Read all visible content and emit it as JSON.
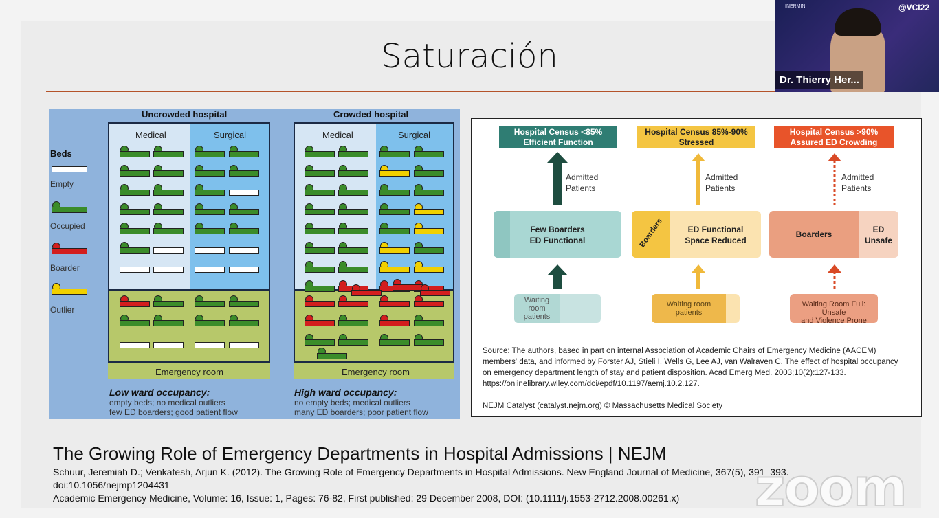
{
  "slide": {
    "title": "Saturación"
  },
  "left_figure": {
    "uncrowded_title": "Uncrowded hospital",
    "crowded_title": "Crowded hospital",
    "medical": "Medical",
    "surgical": "Surgical",
    "emergency_room": "Emergency room",
    "legend_title": "Beds",
    "legend": [
      "Empty",
      "Occupied",
      "Boarder",
      "Outlier"
    ],
    "low_caption_title": "Low ward occupancy:",
    "low_caption_1": "empty beds; no medical outliers",
    "low_caption_2": "few ED boarders; good patient flow",
    "high_caption_title": "High ward occupancy:",
    "high_caption_1": "no empty beds; medical outliers",
    "high_caption_2": "many ED boarders; poor patient flow",
    "colors": {
      "occupied": "#3b8c2a",
      "boarder": "#d31e1e",
      "outlier": "#f1d000",
      "empty": "#ffffff"
    }
  },
  "right_figure": {
    "col1_header_1": "Hospital Census <85%",
    "col1_header_2": "Efficient Function",
    "col2_header_1": "Hospital Census 85%-90%",
    "col2_header_2": "Stressed",
    "col3_header_1": "Hospital Census >90%",
    "col3_header_2": "Assured ED Crowding",
    "admitted_1": "Admitted",
    "admitted_2": "Patients",
    "box1_1": "Few Boarders",
    "box1_2": "ED Functional",
    "box2_side": "Boarders",
    "box2_1": "ED Functional",
    "box2_2": "Space Reduced",
    "box3_left": "Boarders",
    "box3_right_1": "ED",
    "box3_right_2": "Unsafe",
    "wait1_1": "Waiting",
    "wait1_2": "room",
    "wait1_3": "patients",
    "wait2_1": "Waiting room",
    "wait2_2": "patients",
    "wait3_1": "Waiting Room Full: Unsafe",
    "wait3_2": "and Violence Prone",
    "source_1": "Source: The authors, based in part on internal Association of Academic Chairs of Emergency Medicine (AACEM)",
    "source_2": "members' data, and informed by Forster AJ, Stieli I, Wells G, Lee AJ, van Walraven C. The effect of hospital occupancy",
    "source_3": "on emergency department length of stay and patient disposition. Acad Emerg Med. 2003;10(2):127-133.",
    "source_4": "https://onlinelibrary.wiley.com/doi/epdf/10.1197/aemj.10.2.127.",
    "credit": "NEJM Catalyst (catalyst.nejm.org) © Massachusetts Medical Society",
    "colors": {
      "teal": "#2f7d73",
      "gold": "#f4c542",
      "red": "#e8542a"
    }
  },
  "references": {
    "title": "The Growing Role of Emergency Departments in Hospital Admissions | NEJM",
    "line1": "Schuur, Jeremiah D.; Venkatesh, Arjun K. (2012). The Growing Role of Emergency Departments in Hospital Admissions. New England Journal of Medicine, 367(5), 391–393.",
    "line2": "doi:10.1056/nejmp1204431",
    "line3": "Academic Emergency Medicine, Volume: 16, Issue: 1, Pages: 76-82, First published: 29 December 2008, DOI: (10.1111/j.1553-2712.2008.00261.x)"
  },
  "video": {
    "participant_name": "Dr. Thierry Her...",
    "event_tag": "@VCI22",
    "logo_text": "INERMIN"
  },
  "watermark": "zoom"
}
